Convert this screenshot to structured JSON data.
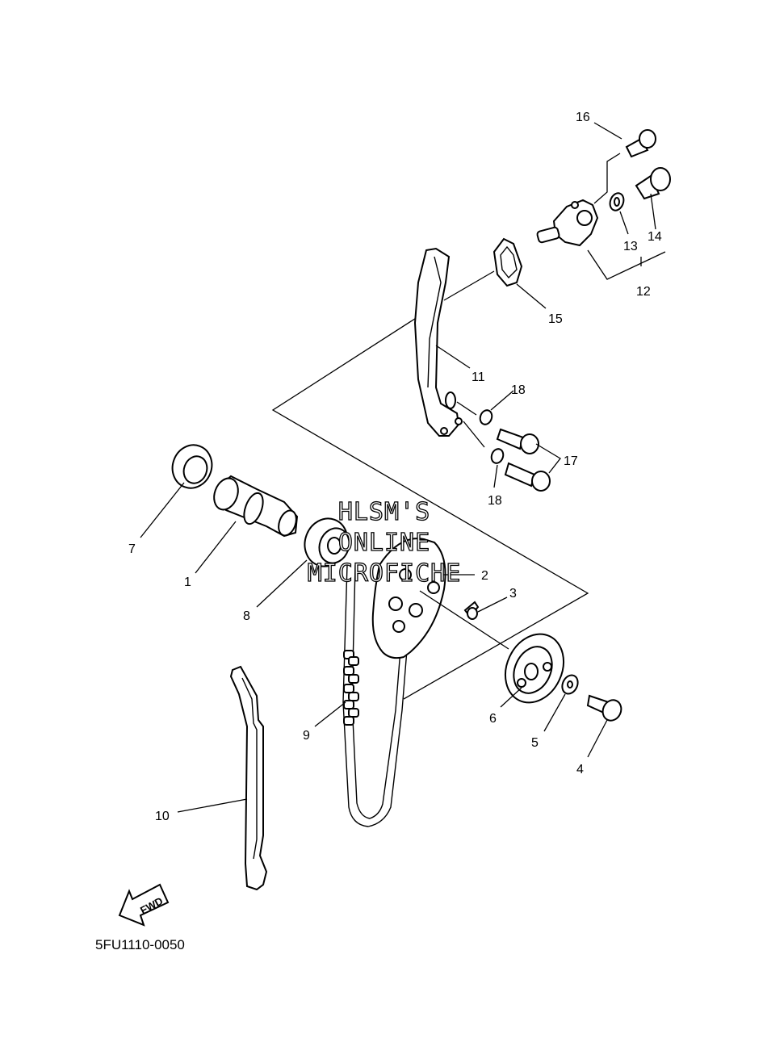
{
  "callouts": {
    "c1": "1",
    "c2": "2",
    "c3": "3",
    "c4": "4",
    "c5": "5",
    "c6": "6",
    "c7": "7",
    "c8": "8",
    "c9": "9",
    "c10": "10",
    "c11": "11",
    "c12": "12",
    "c13": "13",
    "c14": "14",
    "c15": "15",
    "c16": "16",
    "c17": "17",
    "c18a": "18",
    "c18b": "18"
  },
  "watermark": {
    "line1": "HLSM'S",
    "line2": "ONLINE",
    "line3": "MICROFICHE"
  },
  "fwd_arrow_label": "FWD",
  "drawing_code": "5FU1110-0050",
  "colors": {
    "ink": "#000000",
    "paper": "#ffffff"
  }
}
